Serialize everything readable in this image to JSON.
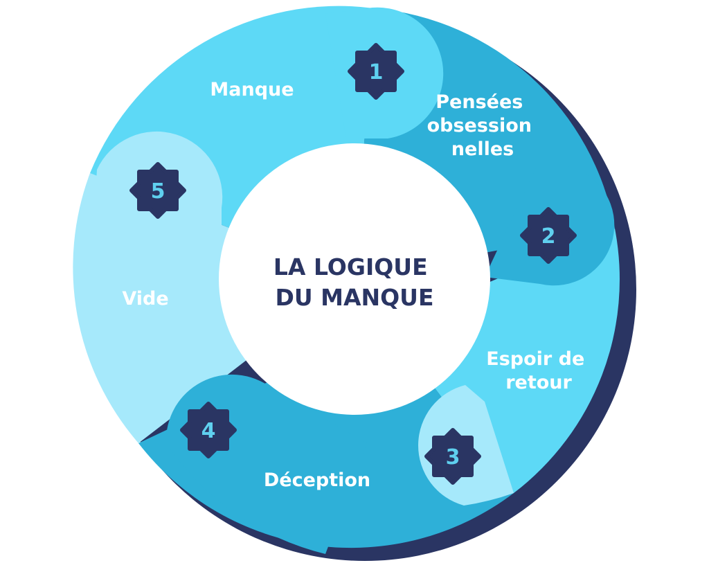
{
  "center_title": [
    "LA LOGIQUE",
    "DU MANQUE"
  ],
  "steps": [
    {
      "number": "1",
      "label_lines": [
        "Manque"
      ]
    },
    {
      "number": "2",
      "label_lines": [
        "Pensées",
        "obsession",
        "nelles"
      ]
    },
    {
      "number": "3",
      "label_lines": [
        "Espoir de",
        "retour"
      ]
    },
    {
      "number": "4",
      "label_lines": [
        "Déception"
      ]
    },
    {
      "number": "5",
      "label_lines": [
        "Vide"
      ]
    }
  ],
  "colors": {
    "shadow_ring": "#2a3563",
    "segment_light": "#5dd9f6",
    "segment_dark": "#2eb0d8",
    "segment_pale": "#a6e9fb",
    "badge": "#2a3563",
    "badge_text": "#5fd0ef",
    "center_text": "#2a3563",
    "center_fill": "#ffffff"
  }
}
